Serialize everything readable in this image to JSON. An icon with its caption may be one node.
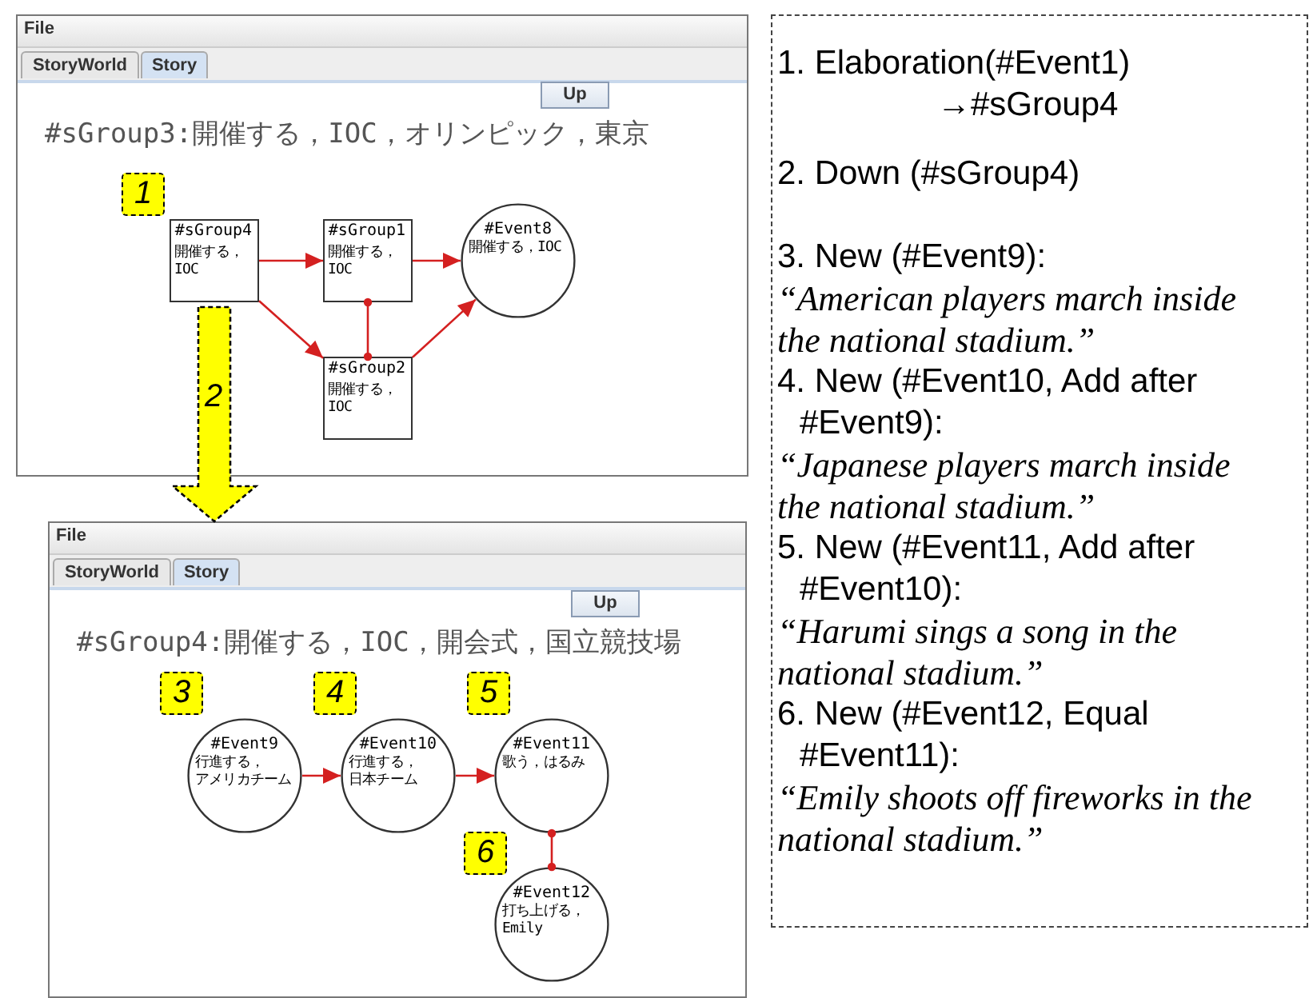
{
  "diagram": {
    "nodes": [
      {
        "text": [
          "File",
          "StoryWorld",
          "Story",
          "Up",
          "#sGroup3:開催する，IOC，オリンピック，東京"
        ]
      },
      {
        "text": [
          "1"
        ],
        "in": 0
      },
      {
        "text": [
          "#sGroup4",
          "開催する，IOC"
        ],
        "in": 0
      },
      {
        "text": [
          "#sGroup1",
          "開催する，IOC"
        ],
        "in": 0
      },
      {
        "text": [
          "#Event8",
          "開催する，IOC"
        ],
        "in": 0
      },
      {
        "text": [
          "#sGroup2",
          "開催する，IOC"
        ],
        "in": 0
      },
      {
        "text": [
          "File",
          "StoryWorld",
          "Story",
          "Up",
          "#sGroup4:開催する，IOC，開会式，国立競技場"
        ]
      },
      {
        "text": [
          "3"
        ],
        "in": 6
      },
      {
        "text": [
          "#Event9",
          "行進する，アメリカチーム"
        ],
        "in": 6
      },
      {
        "text": [
          "4"
        ],
        "in": 6
      },
      {
        "text": [
          "#Event10",
          "行進する，日本チーム"
        ],
        "in": 6
      },
      {
        "text": [
          "5"
        ],
        "in": 6
      },
      {
        "text": [
          "#Event11",
          "歌う，はるみ"
        ],
        "in": 6
      },
      {
        "text": [
          "6"
        ],
        "in": 6
      },
      {
        "text": [
          "#Event12",
          "打ち上げる，Emily"
        ],
        "in": 6
      },
      {
        "text": [
          "1. Elaboration(#Event1) →#sGroup4",
          "2. Down (#sGroup4)",
          "3. New (#Event9):",
          "“American players march inside the national stadium.”",
          "4. New (#Event10, Add after #Event9):",
          "“Japanese players march inside the national stadium.”",
          "5. New (#Event11, Add after #Event10):",
          "“Harumi sings a song in the national stadium.”",
          "6. New (#Event12, Equal #Event11):",
          "“Emily shoots off fireworks in the national stadium.”"
        ]
      }
    ],
    "edges": [
      {
        "from": 2,
        "to": 3,
        "arrow": "to"
      },
      {
        "from": 2,
        "to": 5,
        "arrow": "to"
      },
      {
        "from": 3,
        "to": 4,
        "arrow": "to"
      },
      {
        "from": 5,
        "to": 4,
        "arrow": "to"
      },
      {
        "from": 3,
        "to": 5,
        "arrow": "other"
      },
      {
        "from": 2,
        "to": 6,
        "arrow": "to",
        "label": "2",
        "style": "thick",
        "color": "#ffff00"
      },
      {
        "from": 8,
        "to": 10,
        "arrow": "to"
      },
      {
        "from": 10,
        "to": 12,
        "arrow": "to"
      },
      {
        "from": 12,
        "to": 14,
        "arrow": "other"
      }
    ]
  }
}
